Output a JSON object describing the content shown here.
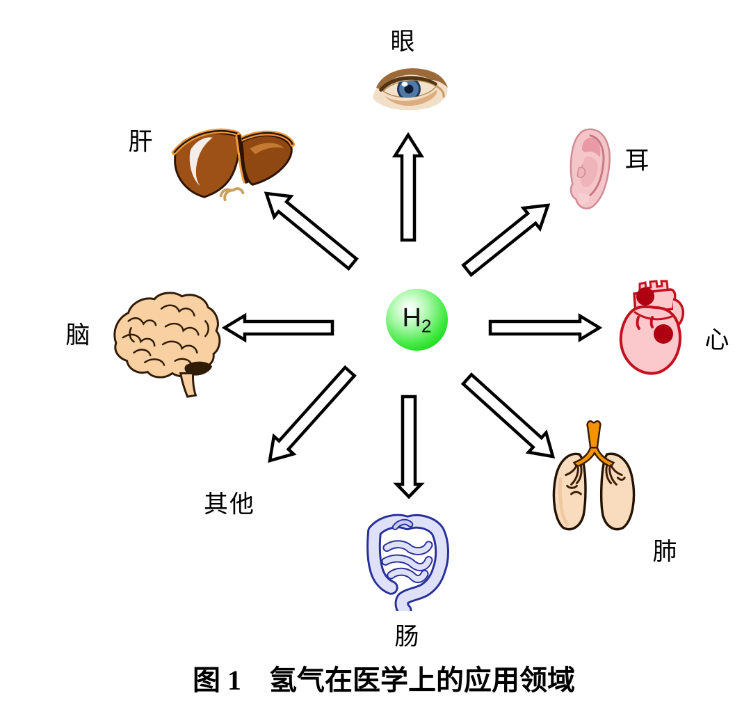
{
  "figure": {
    "center": {
      "element": "H",
      "subscript": "2"
    },
    "caption": "图 1　氢气在医学上的应用领域",
    "organs": [
      {
        "id": "eye",
        "label": "眼"
      },
      {
        "id": "liver",
        "label": "肝"
      },
      {
        "id": "ear",
        "label": "耳"
      },
      {
        "id": "brain",
        "label": "脑"
      },
      {
        "id": "heart",
        "label": "心"
      },
      {
        "id": "others",
        "label": "其他"
      },
      {
        "id": "lung",
        "label": "肺"
      },
      {
        "id": "intestine",
        "label": "肠"
      }
    ],
    "colors": {
      "background": "#ffffff",
      "h2_ball_green": "#2ee22e",
      "arrow_fill": "#ffffff",
      "arrow_outline": "#000000",
      "liver_brown": "#9d5117",
      "liver_rim_orange": "#ef9b3f",
      "ear_pink": "#f5c6c9",
      "brain_tan": "#f8d0a1",
      "heart_pink": "#fbc9cc",
      "heart_red": "#c1121f",
      "lung_peach": "#f9dcbd",
      "trachea_orange": "#f59300",
      "intestine_lavender": "#dfe1f8",
      "intestine_blue": "#28309a",
      "eye_iris_blue": "#4e79a8"
    }
  }
}
